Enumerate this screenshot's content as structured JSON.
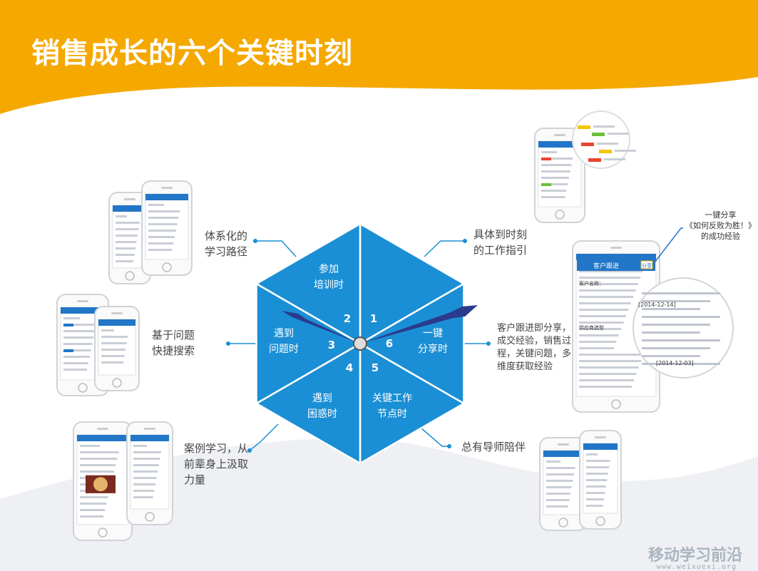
{
  "title": "销售成长的六个关键时刻",
  "colors": {
    "banner": "#F5A800",
    "hex": "#1B8FD5",
    "hex_edge": "#ffffff",
    "hand": "#2A3A8C",
    "line": "#1B8FD5",
    "bg_wave": "#EDEFF2"
  },
  "hexagon": {
    "segments": [
      {
        "number": "1",
        "lines": [
          "参加",
          "培训时"
        ]
      },
      {
        "number": "2",
        "lines": []
      },
      {
        "number": "3",
        "lines": [
          "遇到",
          "问题时"
        ]
      },
      {
        "number": "4",
        "lines": [
          "遇到",
          "困惑时"
        ]
      },
      {
        "number": "5",
        "lines": [
          "关键工作",
          "节点时"
        ]
      },
      {
        "number": "6",
        "lines": [
          "一键",
          "分享时"
        ]
      }
    ]
  },
  "annotations": {
    "learning_path": [
      "体系化的",
      "学习路径"
    ],
    "search": [
      "基于问题",
      "快捷搜索"
    ],
    "case_study": [
      "案例学习，从",
      "前辈身上汲取",
      "力量"
    ],
    "work_guide": [
      "具体到时刻",
      "的工作指引"
    ],
    "share_experience": [
      "客户跟进即分享，",
      "成交经验，销售过",
      "程，关键问题，多",
      "维度获取经验"
    ],
    "mentor": [
      "总有导师陪伴"
    ]
  },
  "share_callout": [
    "一键分享",
    "《如何反败为胜！》",
    "的成功经验"
  ],
  "phone_screens": {
    "customer_followup": "客户跟进",
    "share_button": "分享",
    "customer_name_label": "客户名称：",
    "stage_label": "供应商选型",
    "date1": "[2014-12-14]",
    "date2": "[2014-12-03]"
  },
  "watermark": {
    "main": "移动学习前沿",
    "url": "www.weixuexi.org"
  }
}
